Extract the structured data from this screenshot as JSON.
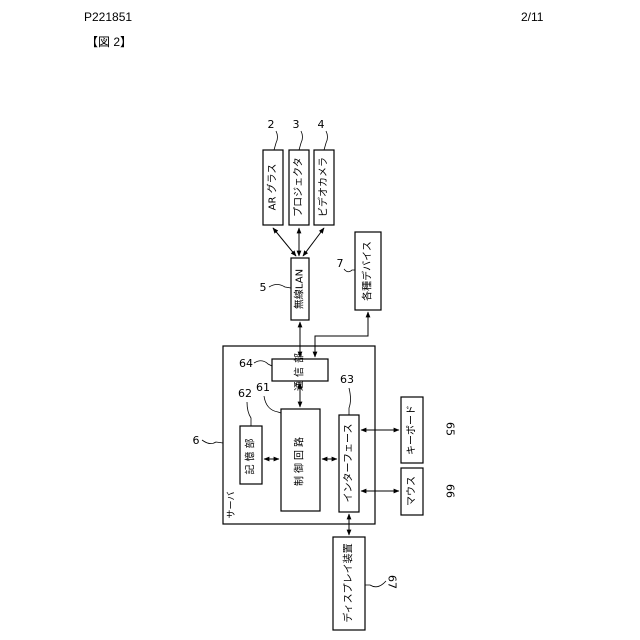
{
  "header": {
    "doc_id": "P221851",
    "page": "2/11",
    "figure": "【図 2】"
  },
  "diagram": {
    "nodes": {
      "ar_glasses": {
        "label": "AR グラス",
        "ref": "2"
      },
      "projector": {
        "label": "プロジェクタ",
        "ref": "3"
      },
      "video_camera": {
        "label": "ビデオカメラ",
        "ref": "4"
      },
      "wireless_lan": {
        "label": "無線LAN",
        "ref": "5"
      },
      "devices": {
        "label": "各種デバイス",
        "ref": "7"
      },
      "server": {
        "label": "サーバ",
        "ref": "6"
      },
      "comm_unit": {
        "label": "通信部",
        "ref": "64"
      },
      "control": {
        "label": "制御回路",
        "ref": "61"
      },
      "storage": {
        "label": "記憶部",
        "ref": "62"
      },
      "interface": {
        "label": "インターフェース",
        "ref": "63"
      },
      "keyboard": {
        "label": "キーボード",
        "ref": "65"
      },
      "mouse": {
        "label": "マウス",
        "ref": "66"
      },
      "display": {
        "label": "ディスプレイ装置",
        "ref": "67"
      }
    }
  }
}
